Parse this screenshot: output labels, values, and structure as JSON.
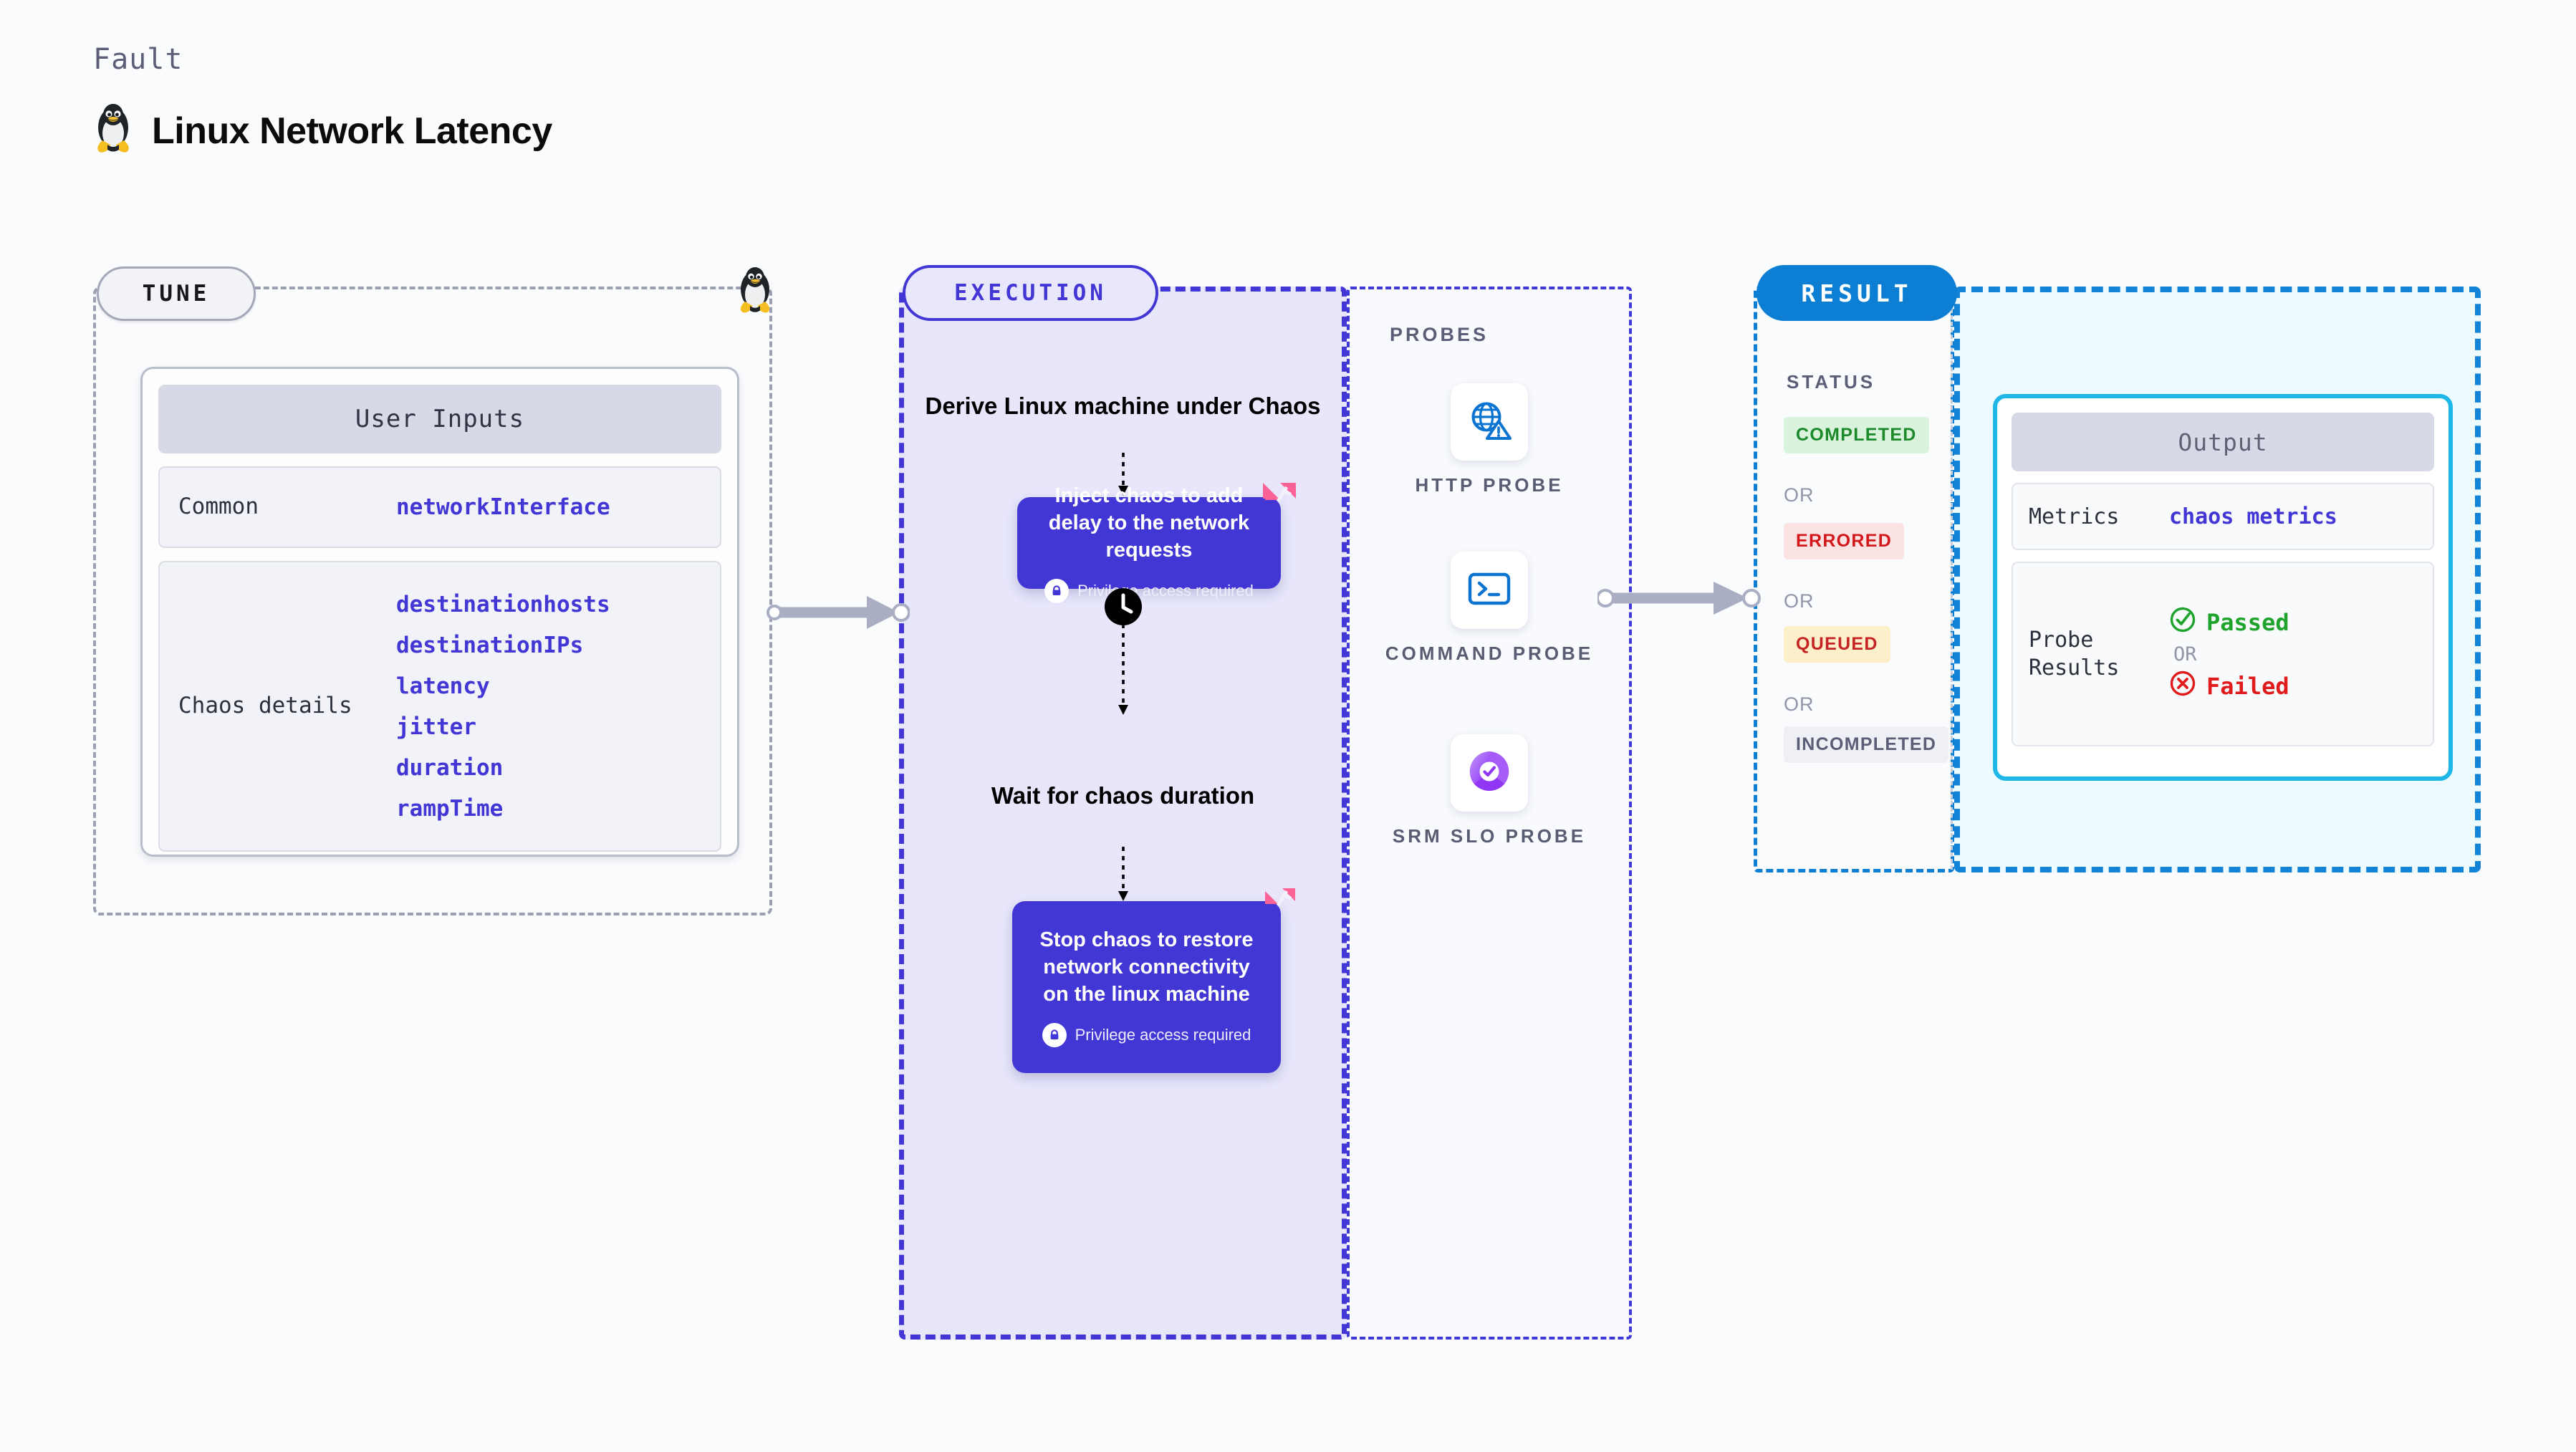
{
  "header": {
    "eyebrow": "Fault",
    "title": "Linux Network Latency",
    "icon": "linux-penguin-icon"
  },
  "tune": {
    "pill_label": "TUNE",
    "icon": "linux-penguin-icon",
    "card": {
      "header": "User Inputs",
      "rows": [
        {
          "key": "Common",
          "values": [
            "networkInterface"
          ]
        },
        {
          "key": "Chaos details",
          "values": [
            "destinationhosts",
            "destinationIPs",
            "latency",
            "jitter",
            "duration",
            "rampTime"
          ]
        }
      ]
    }
  },
  "execution": {
    "pill_label": "EXECUTION",
    "steps": [
      {
        "type": "label",
        "text": "Derive Linux machine under Chaos"
      },
      {
        "type": "card",
        "text": "Inject chaos to add delay to the network requests",
        "note": "Privilege access required",
        "badge": "chaos-fault-badge"
      },
      {
        "type": "label",
        "text": "Wait for chaos duration",
        "icon": "clock-icon"
      },
      {
        "type": "card",
        "text": "Stop chaos to restore network connectivity on the linux machine",
        "note": "Privilege access required",
        "badge": "chaos-fault-badge"
      }
    ]
  },
  "probes": {
    "label": "PROBES",
    "items": [
      {
        "name": "HTTP PROBE",
        "icon": "globe-warning-icon"
      },
      {
        "name": "COMMAND PROBE",
        "icon": "terminal-icon"
      },
      {
        "name": "SRM SLO PROBE",
        "icon": "slo-donut-check-icon"
      }
    ]
  },
  "result": {
    "pill_label": "RESULT",
    "status": {
      "label": "STATUS",
      "or_text": "OR",
      "chips": [
        "COMPLETED",
        "ERRORED",
        "QUEUED",
        "INCOMPLETED"
      ]
    },
    "output": {
      "header": "Output",
      "metrics_key": "Metrics",
      "metrics_value": "chaos metrics",
      "probe_results_key": "Probe Results",
      "passed_label": "Passed",
      "or_text": "OR",
      "failed_label": "Failed"
    }
  },
  "colors": {
    "accent_indigo": "#4236D4",
    "accent_blue": "#0C7FD4",
    "accent_cyan": "#1FB6E8",
    "fault_pink": "#FB6397",
    "status_completed": "#1C8A2A",
    "status_errored": "#D2181B",
    "status_queued": "#C62424",
    "status_incompleted": "#5B5E77",
    "passed_green": "#1FA32C",
    "failed_red": "#E01B1B"
  }
}
